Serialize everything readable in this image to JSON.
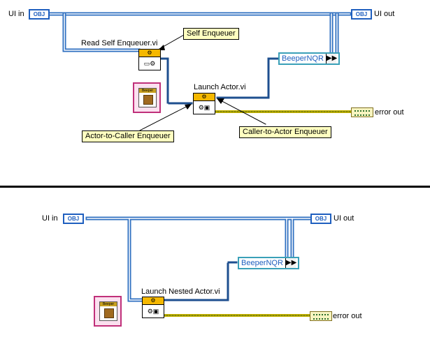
{
  "top": {
    "ui_in_label": "UI in",
    "ui_in_terminal": "OBJ",
    "ui_out_terminal": "OBJ",
    "ui_out_label": "UI out",
    "read_self_vi_label": "Read Self Enqueuer.vi",
    "self_enqueuer_note": "Self Enqueuer",
    "beeper_nqr_label": "BeeperNQR",
    "launch_actor_vi_label": "Launch Actor.vi",
    "error_out_label": "error out",
    "actor_to_caller_note": "Actor-to-Caller Enqueuer",
    "caller_to_actor_note": "Caller-to-Actor Enqueuer",
    "beeper_icon_text": "Beeper"
  },
  "bottom": {
    "ui_in_label": "UI in",
    "ui_in_terminal": "OBJ",
    "ui_out_terminal": "OBJ",
    "ui_out_label": "UI out",
    "beeper_nqr_label": "BeeperNQR",
    "launch_nested_vi_label": "Launch Nested Actor.vi",
    "error_out_label": "error out",
    "beeper_icon_text": "Beeper"
  }
}
